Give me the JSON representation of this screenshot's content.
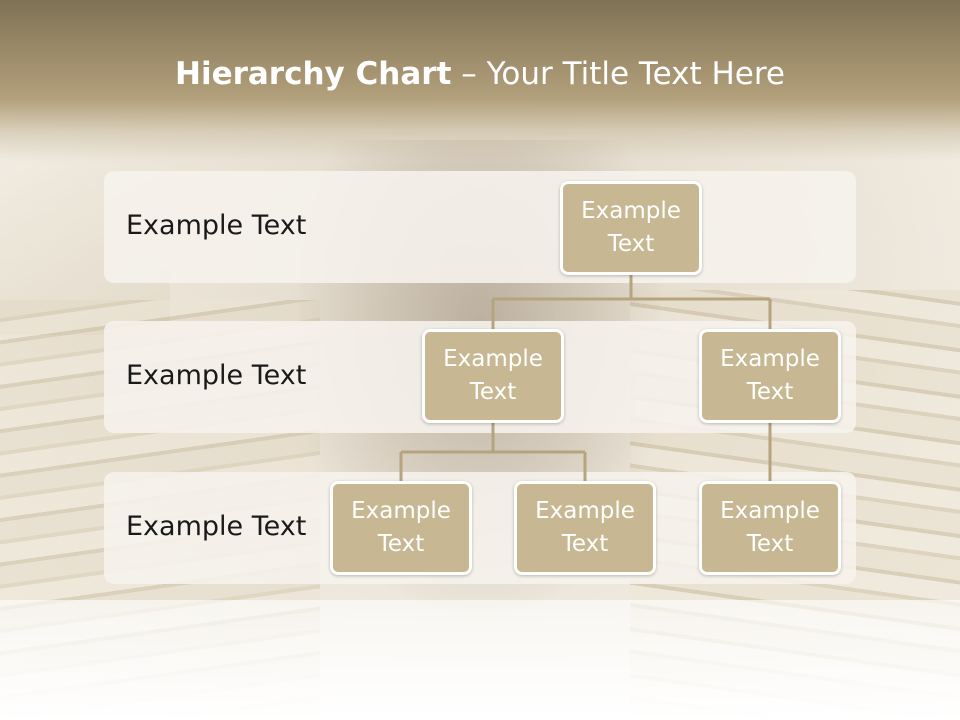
{
  "title": {
    "bold": "Hierarchy Chart",
    "rest": " – Your Title Text Here"
  },
  "levels": [
    {
      "label": "Example Text"
    },
    {
      "label": "Example Text"
    },
    {
      "label": "Example Text"
    }
  ],
  "nodes": {
    "root": "Example Text",
    "level2_left": "Example Text",
    "level2_right": "Example Text",
    "level3_a": "Example Text",
    "level3_b": "Example Text",
    "level3_c": "Example Text"
  },
  "colors": {
    "node_fill": "#c7b792",
    "connector": "#b5a47e",
    "header": "#9d8c6a"
  }
}
